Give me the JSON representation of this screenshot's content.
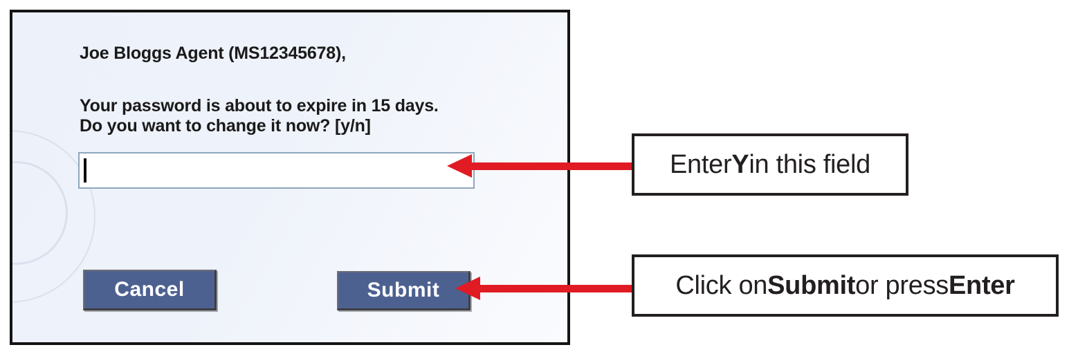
{
  "dialog": {
    "greeting": "Joe Bloggs Agent (MS12345678),",
    "message_line1": "Your password is about to expire in 15 days.",
    "message_line2": "Do you want to change it now? [y/n]",
    "input_value": "",
    "cancel_label": "Cancel",
    "submit_label": "Submit"
  },
  "annotations": {
    "callout1": {
      "prefix": "Enter ",
      "bold1": "Y",
      "suffix": " in this field"
    },
    "callout2": {
      "prefix": "Click on ",
      "bold1": "Submit",
      "middle": " or press ",
      "bold2": "Enter"
    }
  },
  "colors": {
    "red": "#e01b24",
    "btn-blue": "#4d6190",
    "ink": "#1a1a1a",
    "callout-ink": "#231f20",
    "input-border": "#8ea6bb"
  }
}
